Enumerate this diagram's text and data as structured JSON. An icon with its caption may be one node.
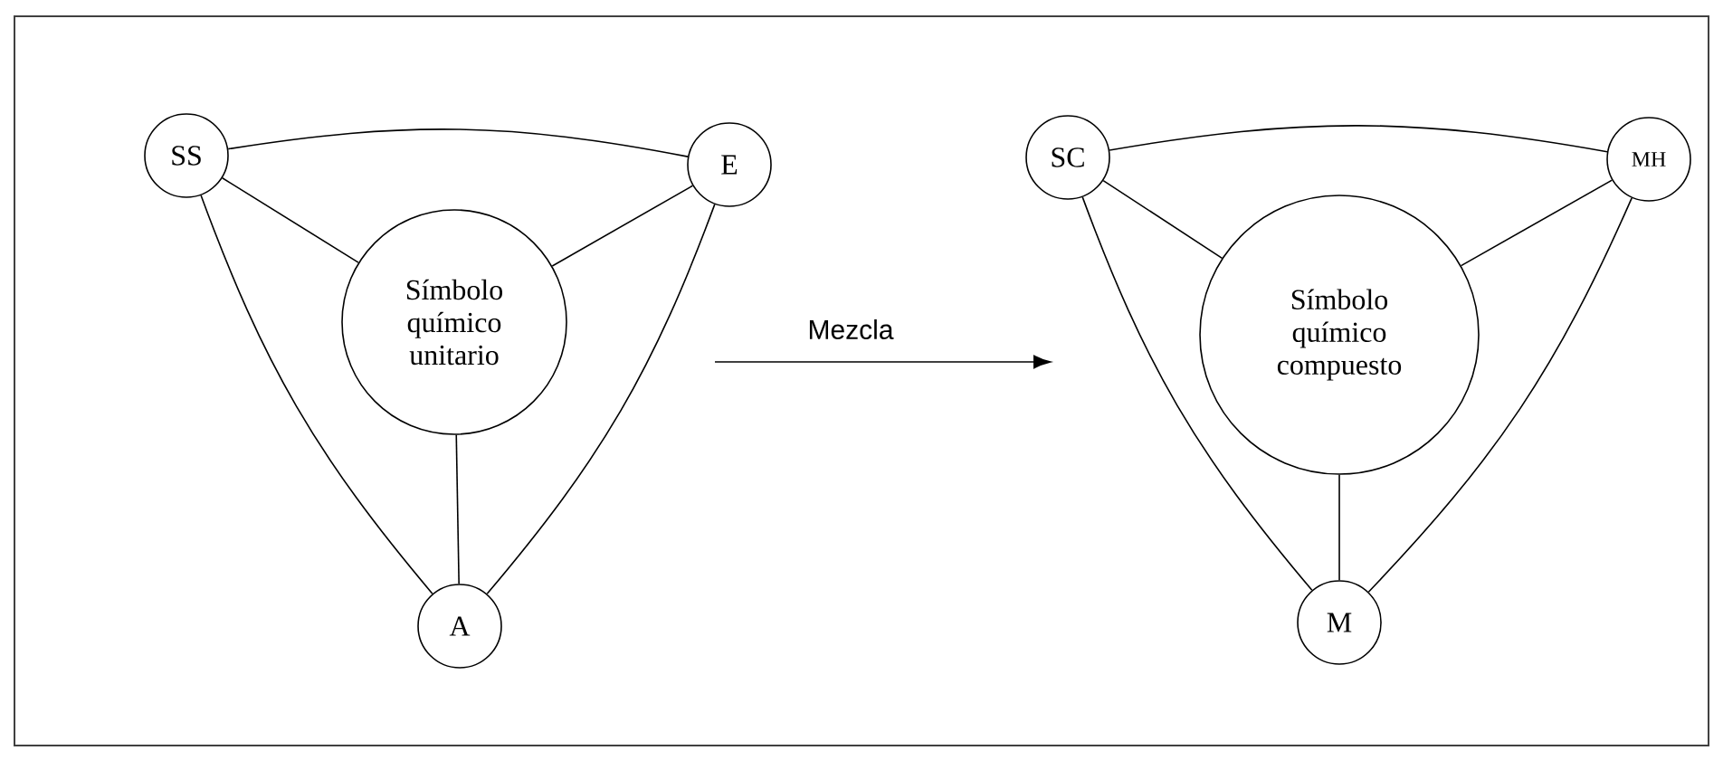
{
  "diagram": {
    "nodes": [
      {
        "text": [
          "SS"
        ]
      },
      {
        "text": [
          "E"
        ]
      },
      {
        "text": [
          "Símbolo químico unitario"
        ]
      },
      {
        "text": [
          "A"
        ]
      },
      {
        "text": [
          "SC"
        ]
      },
      {
        "text": [
          "MH"
        ]
      },
      {
        "text": [
          "Símbolo químico compuesto"
        ]
      },
      {
        "text": [
          "M"
        ]
      }
    ],
    "edges": [
      {
        "from": 0,
        "to": 1,
        "arrow": "none"
      },
      {
        "from": 0,
        "to": 2,
        "arrow": "none"
      },
      {
        "from": 1,
        "to": 2,
        "arrow": "none"
      },
      {
        "from": 0,
        "to": 3,
        "arrow": "none"
      },
      {
        "from": 1,
        "to": 3,
        "arrow": "none"
      },
      {
        "from": 2,
        "to": 3,
        "arrow": "none"
      },
      {
        "from": 4,
        "to": 5,
        "arrow": "none"
      },
      {
        "from": 4,
        "to": 6,
        "arrow": "none"
      },
      {
        "from": 5,
        "to": 6,
        "arrow": "none"
      },
      {
        "from": 4,
        "to": 7,
        "arrow": "none"
      },
      {
        "from": 5,
        "to": 7,
        "arrow": "none"
      },
      {
        "from": 6,
        "to": 7,
        "arrow": "none"
      }
    ],
    "labels": [
      "Mezcla"
    ]
  }
}
